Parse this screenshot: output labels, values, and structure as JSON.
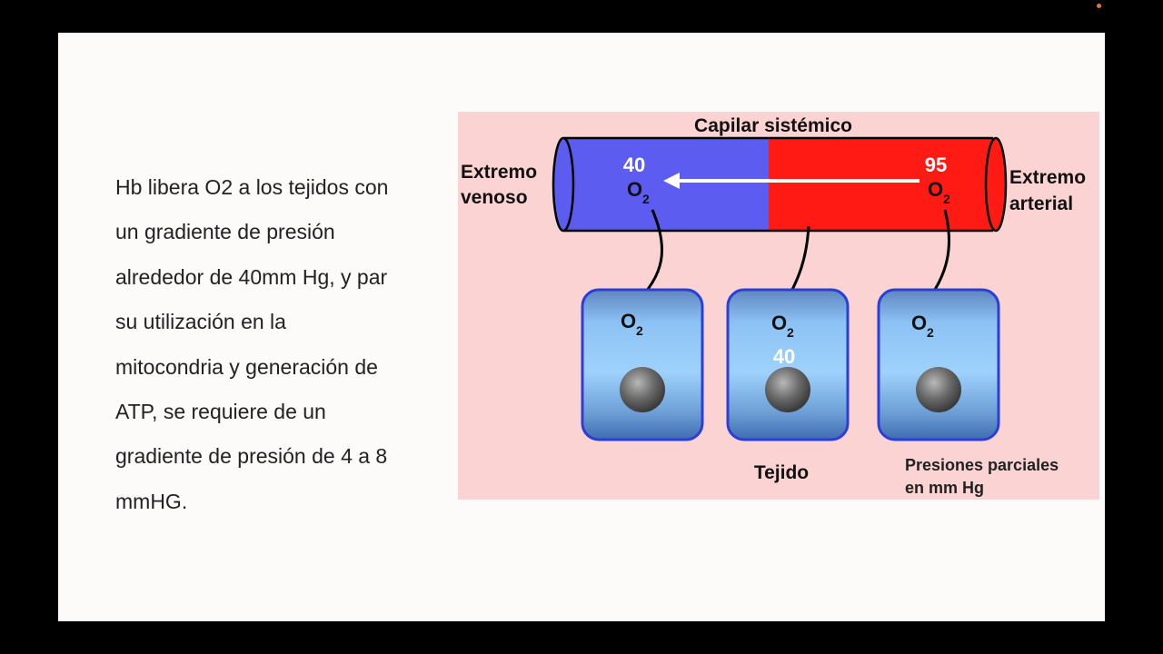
{
  "slide": {
    "body_lines": [
      "Hb  libera O2 a los tejidos con",
      "un gradiente de presión",
      "alrededor de 40mm Hg, y par",
      "su utilización en la",
      "mitocondria y generación de",
      "ATP, se requiere de un",
      "gradiente de presión de 4 a 8",
      "mmHG."
    ]
  },
  "diagram": {
    "title": "Capilar sistémico",
    "venous_end": [
      "Extremo",
      "venoso"
    ],
    "arterial_end": [
      "Extremo",
      "arterial"
    ],
    "venous_value": "40",
    "arterial_value": "95",
    "o2_label": "O",
    "o2_subscript": "2",
    "cells": [
      {
        "label": "O",
        "sub": "2",
        "value": ""
      },
      {
        "label": "O",
        "sub": "2",
        "value": "40"
      },
      {
        "label": "O",
        "sub": "2",
        "value": ""
      }
    ],
    "tissue_label": "Tejido",
    "legend": [
      "Presiones parciales",
      "en mm Hg"
    ],
    "colors": {
      "background": "#fcd3d3",
      "venous_blue": "#5c5cf0",
      "arterial_red": "#ff1a14",
      "cell_top": "#6a90c8",
      "cell_mid": "#8fc6f6",
      "cell_border": "#2a3fd8"
    }
  }
}
